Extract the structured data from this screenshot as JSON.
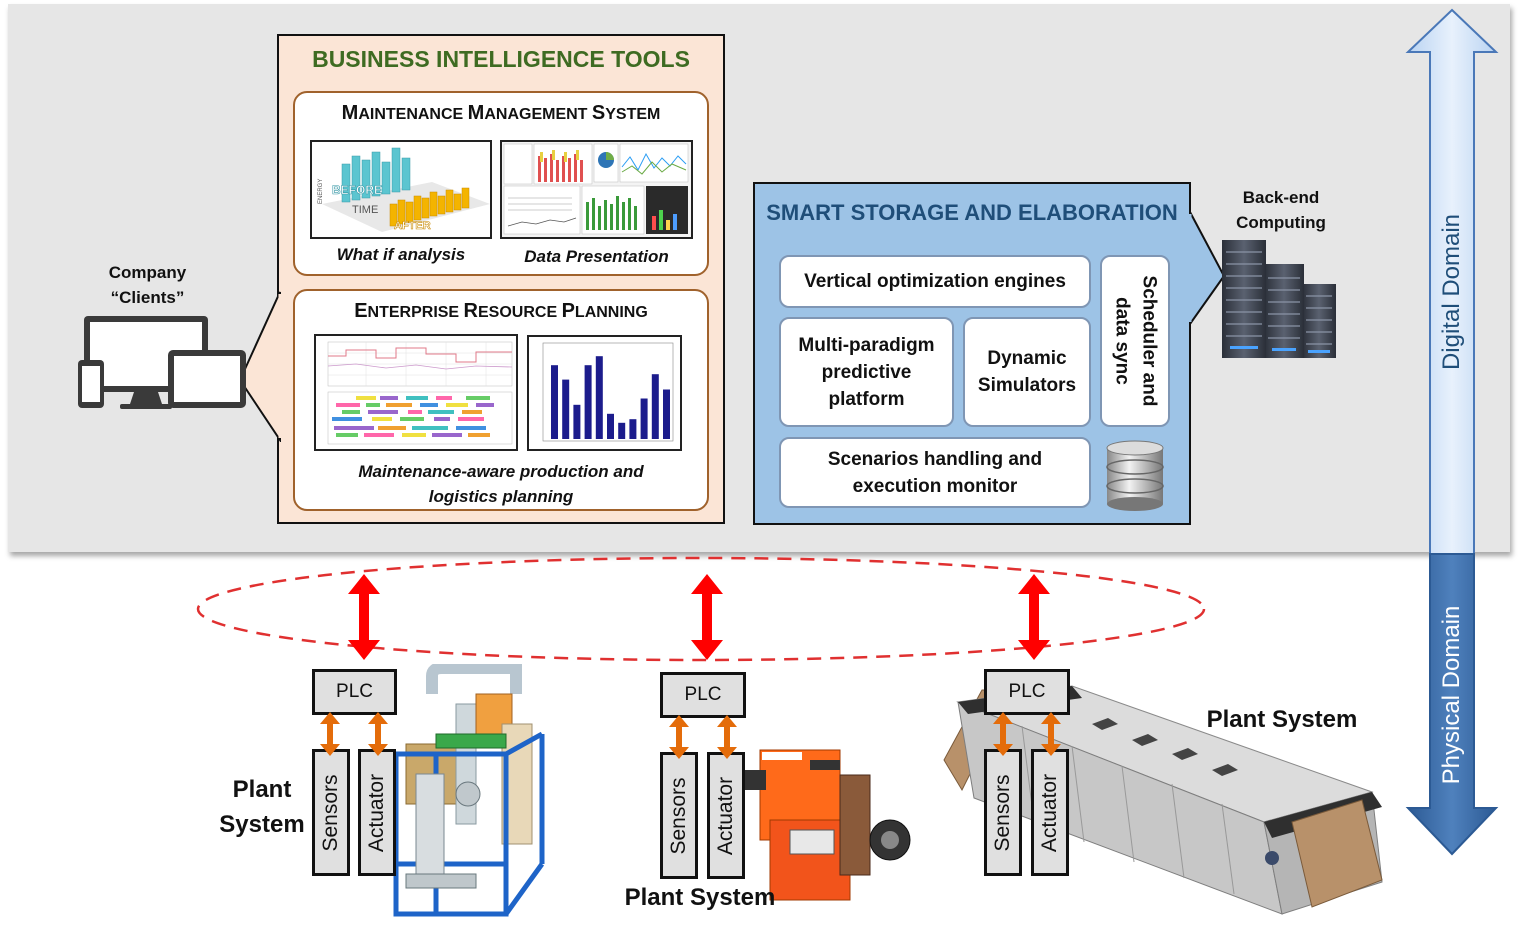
{
  "business_intelligence": {
    "title": "BUSINESS INTELLIGENCE TOOLS",
    "mms": {
      "title_cap1": "M",
      "title_rest1": "AINTENANCE ",
      "title_cap2": "M",
      "title_rest2": "ANAGEMENT ",
      "title_cap3": "S",
      "title_rest3": "YSTEM",
      "caption_left": "What if analysis",
      "caption_right": "Data Presentation",
      "thumb_words": {
        "energy": "ENERGY",
        "before": "BEFORE",
        "time": "TIME",
        "after": "AFTER"
      }
    },
    "erp": {
      "title_cap1": "E",
      "title_rest1": "NTERPRISE ",
      "title_cap2": "R",
      "title_rest2": "ESOURCE ",
      "title_cap3": "P",
      "title_rest3": "LANNING",
      "caption_line1": "Maintenance-aware production and",
      "caption_line2": "logistics planning",
      "bar_values": [
        82,
        66,
        38,
        82,
        92,
        28,
        18,
        22,
        45,
        72,
        55
      ]
    }
  },
  "smart_storage": {
    "title": "SMART STORAGE AND ELABORATION",
    "vertical_optimization": "Vertical optimization engines",
    "multi_paradigm": [
      "Multi-paradigm",
      "predictive",
      "platform"
    ],
    "dynamic_simulators": [
      "Dynamic",
      "Simulators"
    ],
    "scheduler": [
      "Scheduler and",
      "data sync"
    ],
    "scenarios": [
      "Scenarios handling and",
      "execution monitor"
    ]
  },
  "backend": {
    "line1": "Back-end",
    "line2": "Computing"
  },
  "clients": {
    "line1": "Company",
    "line2": "“Clients”"
  },
  "domains": {
    "digital": "Digital Domain",
    "physical": "Physical Domain"
  },
  "plants": {
    "plc": "PLC",
    "sensors": "Sensors",
    "actuator": "Actuator",
    "plant_left": [
      "Plant",
      "System"
    ],
    "plant_center": "Plant System",
    "plant_right": "Plant System"
  },
  "colors": {
    "bi_title": "#3e6b22",
    "ss_title": "#1f4e79",
    "link_arrow": "#ff0000",
    "io_arrow": "#e46c0a",
    "ellipse": "#e03030"
  }
}
